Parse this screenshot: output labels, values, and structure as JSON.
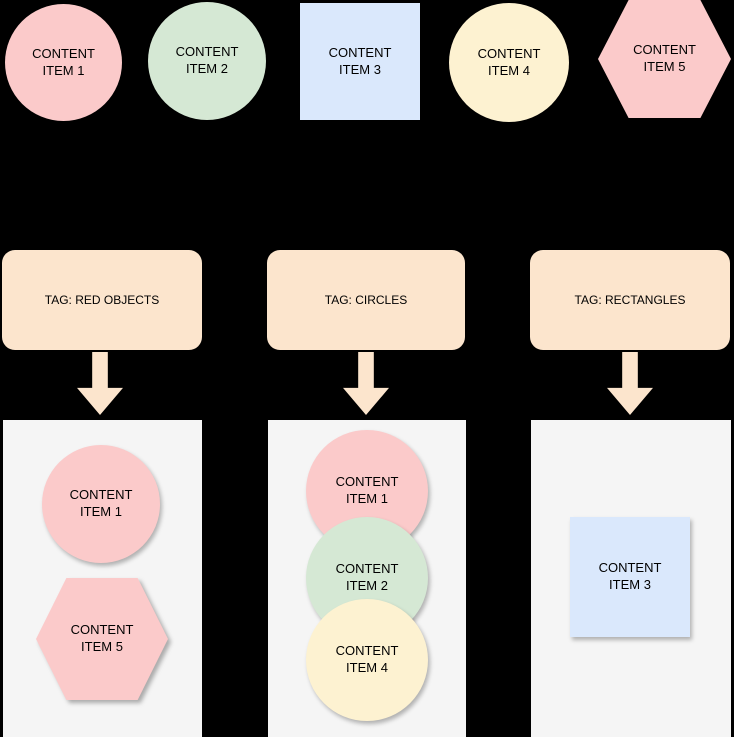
{
  "colors": {
    "background": "#000000",
    "pink": "#FBCACA",
    "green": "#D5E8D4",
    "blue": "#DAE8FC",
    "yellow": "#FDF2D1",
    "peach": "#FCE5CD",
    "container_bg": "#F5F5F5",
    "text": "#000000"
  },
  "arrow": {
    "glyph": "down-block-arrow",
    "fill": "#FCE5CD"
  },
  "top_shapes": [
    {
      "shape": "circle",
      "label": "CONTENT\nITEM 1",
      "fill": "#FBCACA"
    },
    {
      "shape": "circle",
      "label": "CONTENT\nITEM 2",
      "fill": "#D5E8D4"
    },
    {
      "shape": "square",
      "label": "CONTENT\nITEM 3",
      "fill": "#DAE8FC"
    },
    {
      "shape": "circle",
      "label": "CONTENT\nITEM 4",
      "fill": "#FDF2D1"
    },
    {
      "shape": "hexagon",
      "label": "CONTENT\nITEM 5",
      "fill": "#FBCACA"
    }
  ],
  "tags": [
    {
      "label": "TAG: RED OBJECTS",
      "fill": "#FCE5CD"
    },
    {
      "label": "TAG: CIRCLES",
      "fill": "#FCE5CD"
    },
    {
      "label": "TAG: RECTANGLES",
      "fill": "#FCE5CD"
    }
  ],
  "groups": [
    {
      "tag": "TAG: RED OBJECTS",
      "items": [
        {
          "shape": "circle",
          "label": "CONTENT\nITEM 1",
          "fill": "#FBCACA"
        },
        {
          "shape": "hexagon",
          "label": "CONTENT\nITEM 5",
          "fill": "#FBCACA"
        }
      ]
    },
    {
      "tag": "TAG: CIRCLES",
      "items": [
        {
          "shape": "circle",
          "label": "CONTENT\nITEM 1",
          "fill": "#FBCACA"
        },
        {
          "shape": "circle",
          "label": "CONTENT\nITEM 2",
          "fill": "#D5E8D4"
        },
        {
          "shape": "circle",
          "label": "CONTENT\nITEM 4",
          "fill": "#FDF2D1"
        }
      ]
    },
    {
      "tag": "TAG: RECTANGLES",
      "items": [
        {
          "shape": "square",
          "label": "CONTENT\nITEM 3",
          "fill": "#DAE8FC"
        }
      ]
    }
  ]
}
